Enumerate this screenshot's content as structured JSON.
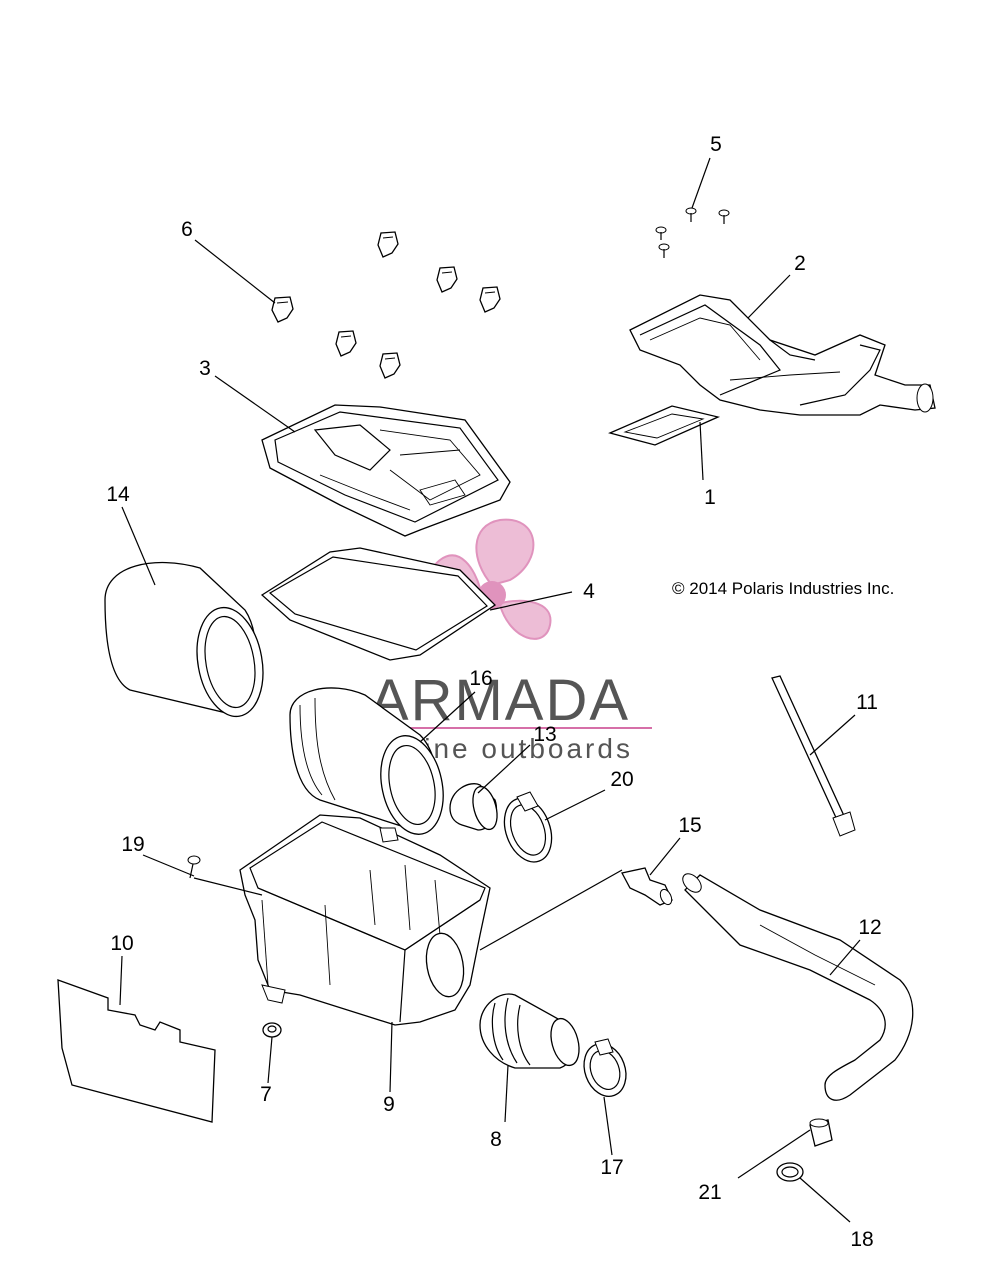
{
  "copyright": "© 2014 Polaris Industries Inc.",
  "watermark": {
    "brand": "ARMADA",
    "tagline": "marine outboards",
    "accent_color": "#d66fa8",
    "text_color": "#555555"
  },
  "callouts": [
    "1",
    "2",
    "3",
    "4",
    "5",
    "6",
    "7",
    "8",
    "9",
    "10",
    "11",
    "12",
    "13",
    "14",
    "15",
    "16",
    "17",
    "18",
    "19",
    "20",
    "21"
  ]
}
